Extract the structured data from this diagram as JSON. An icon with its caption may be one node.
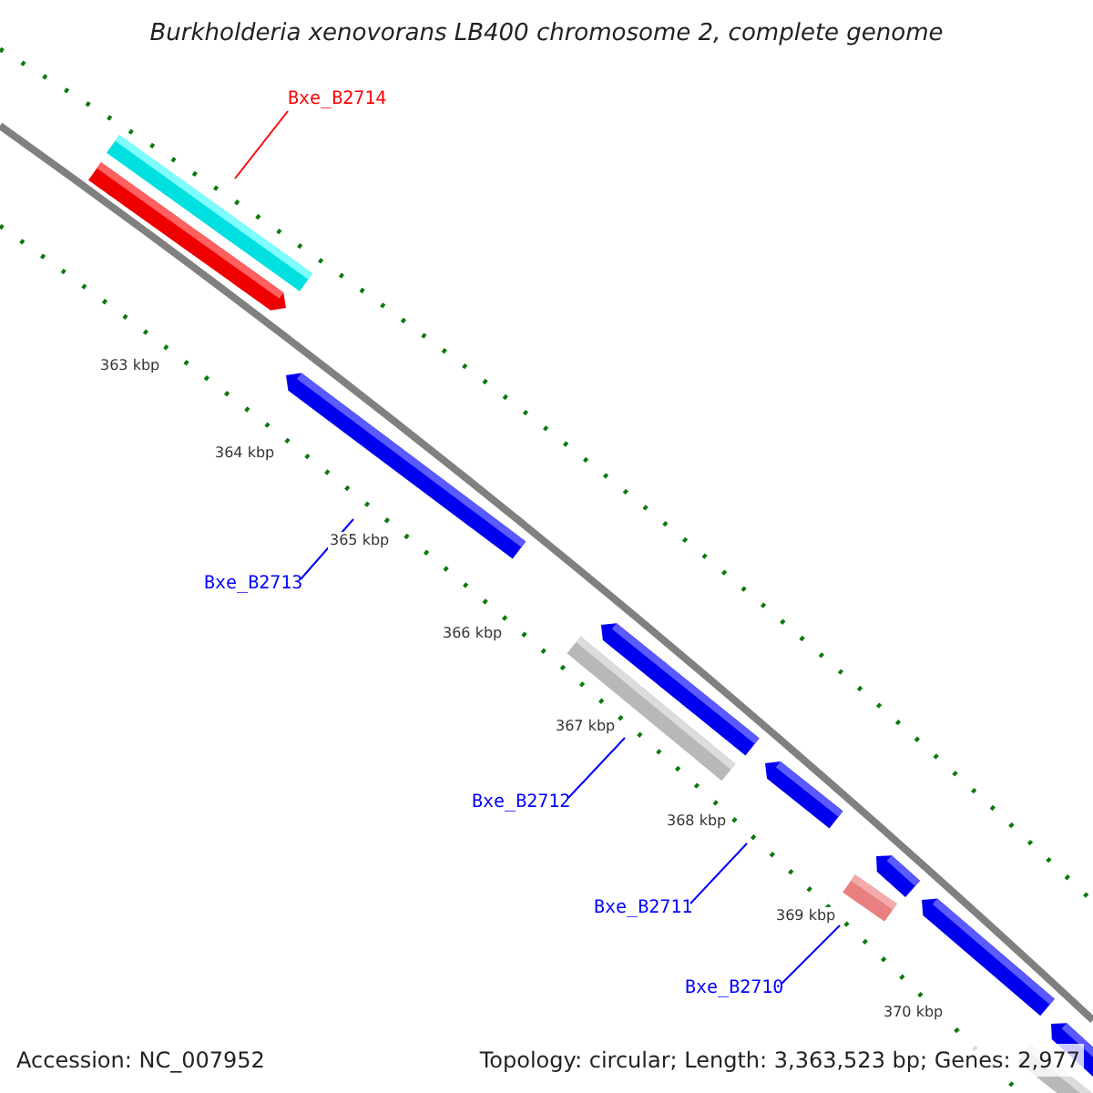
{
  "diagram": {
    "title": "Burkholderia xenovorans LB400 chromosome 2, complete genome",
    "nodes": [
      {
        "text": [
          "Bxe_B2714"
        ]
      },
      {
        "text": [],
        "shape": "bar"
      },
      {
        "text": [],
        "shape": "arrow"
      },
      {
        "text": [],
        "shape": "arrow"
      },
      {
        "text": [
          "Bxe_B2713"
        ]
      },
      {
        "text": [],
        "shape": "arrow"
      },
      {
        "text": [],
        "shape": "bar"
      },
      {
        "text": [
          "Bxe_B2712"
        ]
      },
      {
        "text": [],
        "shape": "arrow"
      },
      {
        "text": [],
        "shape": "arrow"
      },
      {
        "text": [],
        "shape": "bar"
      },
      {
        "text": [
          "Bxe_B2711"
        ]
      },
      {
        "text": [
          "Bxe_B2710"
        ]
      },
      {
        "text": [],
        "shape": "arrow"
      },
      {
        "text": [],
        "shape": "bar"
      },
      {
        "text": [],
        "shape": "arrow"
      }
    ],
    "edges": [
      {
        "from": 0,
        "to": 1,
        "arrow": "none",
        "color": "#ff0000"
      },
      {
        "from": 4,
        "to": 3,
        "arrow": "none"
      },
      {
        "from": 7,
        "to": 6,
        "arrow": "none"
      },
      {
        "from": 11,
        "to": 8,
        "arrow": "none"
      },
      {
        "from": 12,
        "to": 10,
        "arrow": "none"
      }
    ],
    "labels": [
      "363 kbp",
      "364 kbp",
      "365 kbp",
      "366 kbp",
      "367 kbp",
      "368 kbp",
      "369 kbp",
      "370 kbp",
      "Accession: NC_007952",
      "Topology: circular; Length: 3,363,523 bp; Genes: 2,977"
    ]
  }
}
